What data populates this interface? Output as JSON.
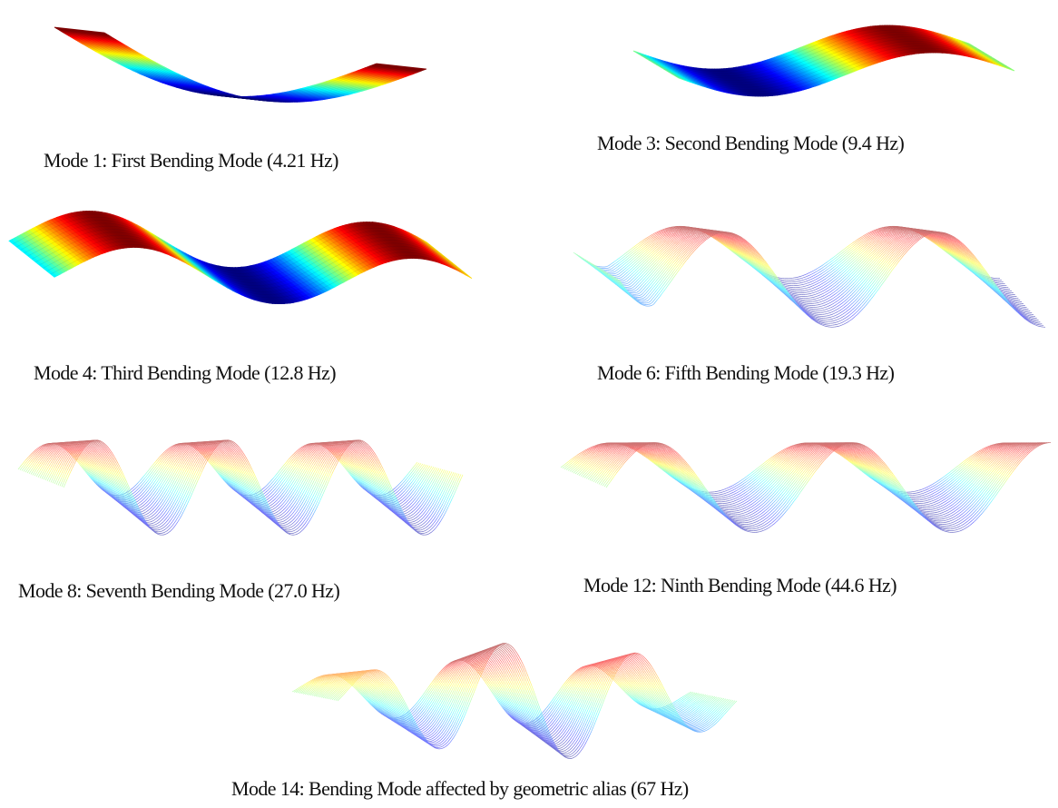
{
  "modes": [
    {
      "id": "m1",
      "caption": "Mode 1: First Bending Mode (4.21 Hz)"
    },
    {
      "id": "m3",
      "caption": "Mode 3: Second Bending Mode (9.4 Hz)"
    },
    {
      "id": "m4",
      "caption": "Mode 4: Third Bending Mode (12.8 Hz)"
    },
    {
      "id": "m6",
      "caption": "Mode 6: Fifth Bending Mode (19.3 Hz)"
    },
    {
      "id": "m8",
      "caption": "Mode 8: Seventh Bending Mode (27.0 Hz)"
    },
    {
      "id": "m12",
      "caption": "Mode 12: Ninth Bending Mode (44.6 Hz)"
    },
    {
      "id": "m14",
      "caption": "Mode 14: Bending Mode affected by geometric alias (67 Hz)"
    }
  ],
  "colormap": [
    "#00007f",
    "#0000ff",
    "#007fff",
    "#00ffff",
    "#7fff7f",
    "#ffff00",
    "#ff7f00",
    "#ff0000",
    "#7f0000"
  ]
}
